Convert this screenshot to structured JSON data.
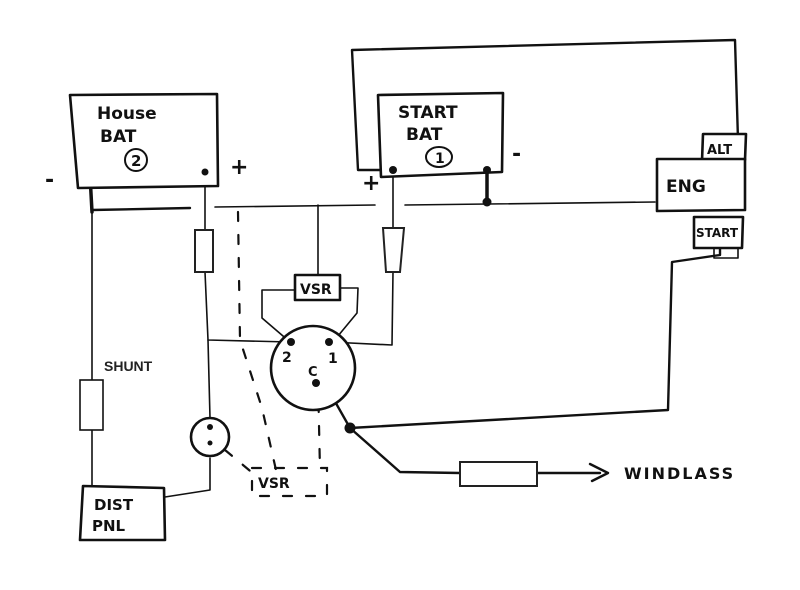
{
  "diagram": {
    "type": "hand-drawn wiring schematic",
    "house_battery": {
      "label_line1": "House",
      "label_line2": "BAT",
      "number": "2",
      "neg": "-",
      "pos": "+"
    },
    "start_battery": {
      "label_line1": "START",
      "label_line2": "BAT",
      "number": "1",
      "neg": "-",
      "pos": "+"
    },
    "engine": {
      "label": "ENG",
      "alternator": "ALT",
      "starter": "START"
    },
    "vsr_top": {
      "label": "VSR"
    },
    "vsr_bottom": {
      "label": "VSR"
    },
    "switch": {
      "terminal_2": "2",
      "terminal_1": "1",
      "terminal_c": "C"
    },
    "shunt": {
      "label": "SHUNT"
    },
    "dist_panel": {
      "label_line1": "DIST",
      "label_line2": "PNL"
    },
    "windlass": {
      "label": "WINDLASS"
    }
  }
}
